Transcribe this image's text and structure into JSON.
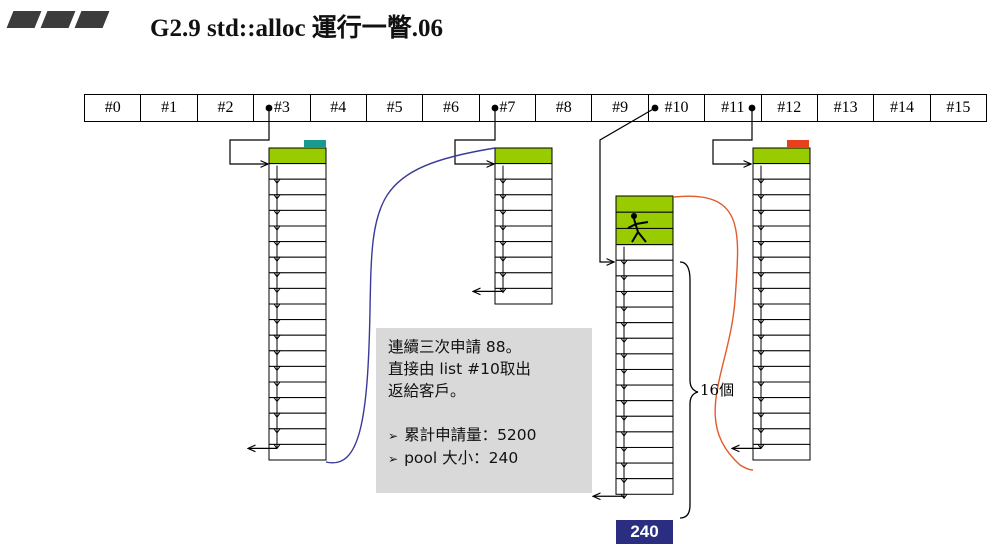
{
  "header": {
    "title": "G2.9 std::alloc 運行一瞥.06"
  },
  "free_list": {
    "slots": [
      "#0",
      "#1",
      "#2",
      "#3",
      "#4",
      "#5",
      "#6",
      "#7",
      "#8",
      "#9",
      "#10",
      "#11",
      "#12",
      "#13",
      "#14",
      "#15"
    ],
    "linked_slots": [
      "#3",
      "#7",
      "#10",
      "#11"
    ]
  },
  "chains": [
    {
      "list": "#3",
      "blocks": 20,
      "top_colored": true,
      "marker": "teal"
    },
    {
      "list": "#7",
      "blocks": 10,
      "top_colored": true
    },
    {
      "list": "#10",
      "blocks": 16,
      "allocated_blocks": 3
    },
    {
      "list": "#11",
      "blocks": 20,
      "top_colored": true,
      "marker": "red"
    }
  ],
  "note": {
    "line1": "連續三次申請 88。",
    "line2": "直接由 list #10取出",
    "line3": "返給客戶。",
    "bullet1": "累計申請量：5200",
    "bullet2": "pool 大小：240"
  },
  "brace_label": "16個",
  "pool_badge": "240",
  "colors": {
    "allocated": "#99cc00",
    "teal_marker": "#1a9a8e",
    "red_marker": "#e8401c",
    "blue_link": "#3a3a9a",
    "red_link": "#e25a2c",
    "pool_badge": "#2b2e80",
    "note_bg": "#d9d9d9"
  }
}
